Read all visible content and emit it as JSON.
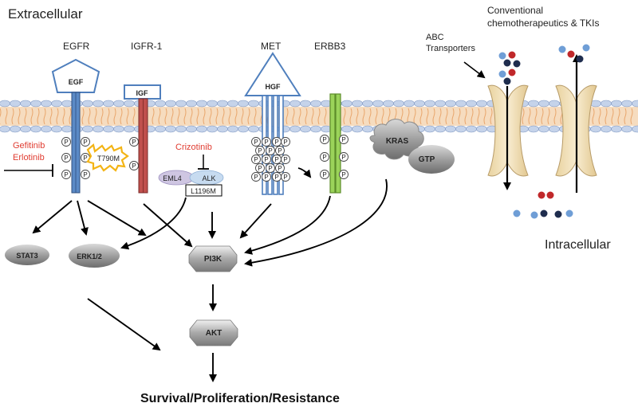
{
  "regions": {
    "extracellular": "Extracellular",
    "intracellular": "Intracellular"
  },
  "receptors": {
    "egfr": "EGFR",
    "igfr1": "IGFR-1",
    "met": "MET",
    "erbb3": "ERBB3"
  },
  "ligands": {
    "egf": "EGF",
    "igf": "IGF",
    "hgf": "HGF"
  },
  "drugs": {
    "gefitinib": "Gefitinib",
    "erlotinib": "Erlotinib",
    "crizotinib": "Crizotinib"
  },
  "mutations": {
    "t790m": "T790M",
    "l1196m": "L1196M"
  },
  "fusion": {
    "eml4": "EML4",
    "alk": "ALK"
  },
  "phospho_label": "P",
  "proteins": {
    "kras": "KRAS",
    "gtp": "GTP",
    "stat3": "STAT3",
    "erk": "ERK1/2",
    "pi3k": "PI3K",
    "akt": "AKT"
  },
  "transporters": {
    "label_line1": "ABC",
    "label_line2": "Transporters"
  },
  "drug_class": {
    "line1": "Conventional",
    "line2": "chemotherapeutics & TKIs"
  },
  "outcome": "Survival/Proliferation/Resistance",
  "colors": {
    "drug_text": "#e03c31",
    "egfr": "#5b8ac6",
    "igfr": "#c0504d",
    "met": "#4f7fbd",
    "erbb3": "#9bd35a",
    "membrane_head": "#c5d3ea",
    "membrane_tail": "#f3c495",
    "transporter_fill": "#f2e0b5",
    "molecule_red": "#c0282a",
    "molecule_navy": "#1f2d4e",
    "molecule_blue": "#6f9ed6"
  }
}
